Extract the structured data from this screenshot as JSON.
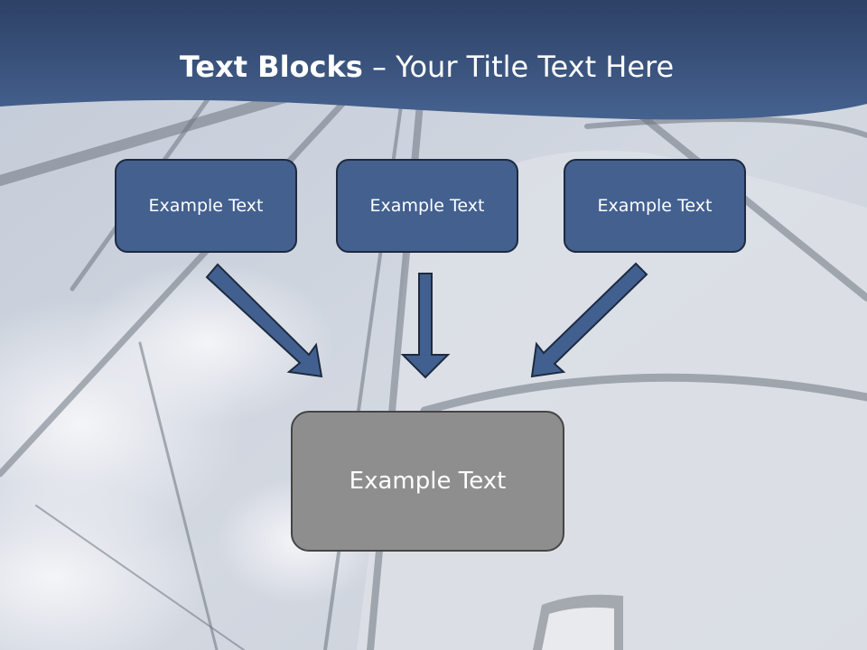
{
  "slide": {
    "title_bold": "Text Blocks",
    "title_dash": " – ",
    "title_rest": "Your Title Text Here"
  },
  "diagram": {
    "inputs": [
      {
        "label": "Example Text"
      },
      {
        "label": "Example Text"
      },
      {
        "label": "Example Text"
      }
    ],
    "result": {
      "label": "Example Text"
    }
  },
  "colors": {
    "header_band": "#3b5684",
    "input_box_fill": "#43608f",
    "input_box_border": "#1d2a40",
    "result_box_fill": "#8e8e8e",
    "result_box_border": "#454545",
    "arrow_fill": "#42608f",
    "arrow_stroke": "#1d2a40"
  }
}
